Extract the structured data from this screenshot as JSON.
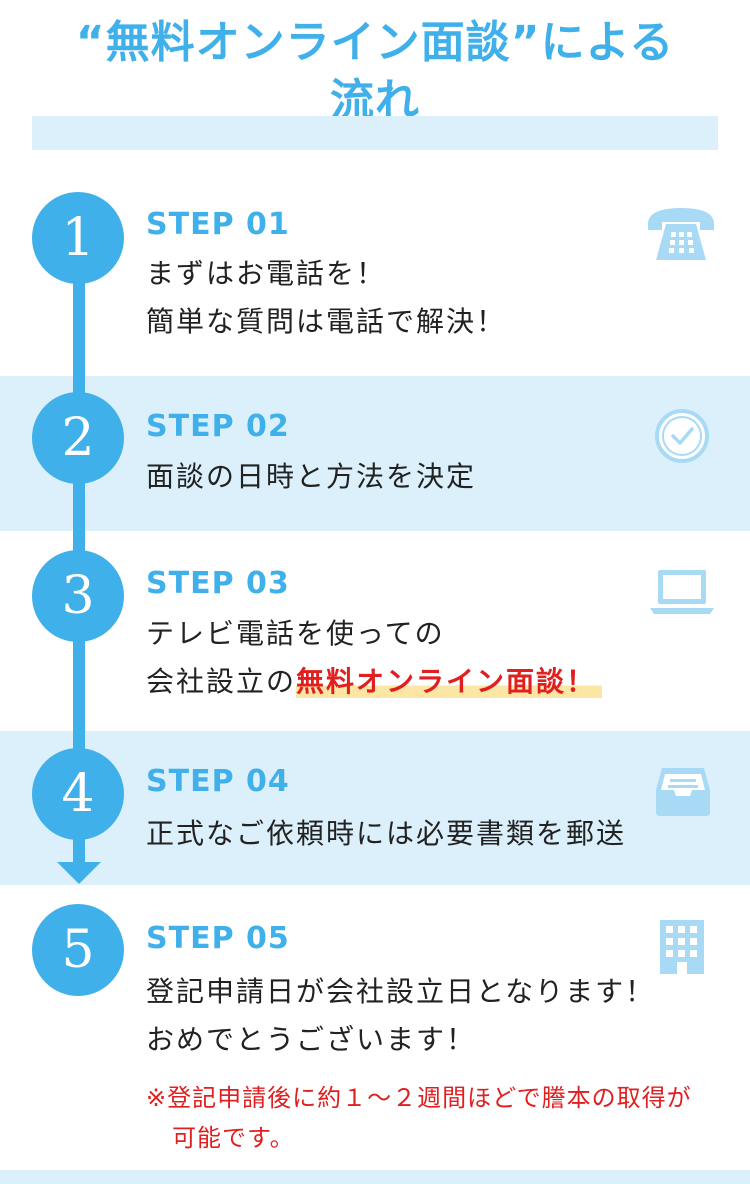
{
  "header": {
    "title_line1": "“無料オンライン面談”による",
    "title_line2": "流れ"
  },
  "colors": {
    "accent": "#3fb0ea",
    "band": "#dcf0fb",
    "highlight": "#e02020",
    "marker": "#fbe6a6"
  },
  "steps": [
    {
      "number": "1",
      "label": "STEP 01",
      "lines": [
        "まずはお電話を！",
        "簡単な質問は電話で解決！"
      ],
      "icon": "telephone-icon"
    },
    {
      "number": "2",
      "label": "STEP 02",
      "lines": [
        "面談の日時と方法を決定"
      ],
      "icon": "clock-icon"
    },
    {
      "number": "3",
      "label": "STEP 03",
      "lines": [
        "テレビ電話を使っての",
        "会社設立の"
      ],
      "highlight": "無料オンライン面談！",
      "icon": "laptop-icon"
    },
    {
      "number": "4",
      "label": "STEP 04",
      "lines": [
        "正式なご依頼時には必要書類を郵送"
      ],
      "icon": "inbox-tray-icon"
    },
    {
      "number": "5",
      "label": "STEP 05",
      "lines": [
        "登記申請日が会社設立日となります！",
        "おめでとうございます！"
      ],
      "icon": "building-icon",
      "note_line1": "※登記申請後に約１〜２週間ほどで謄本の取得が",
      "note_line2": "可能です。"
    }
  ]
}
